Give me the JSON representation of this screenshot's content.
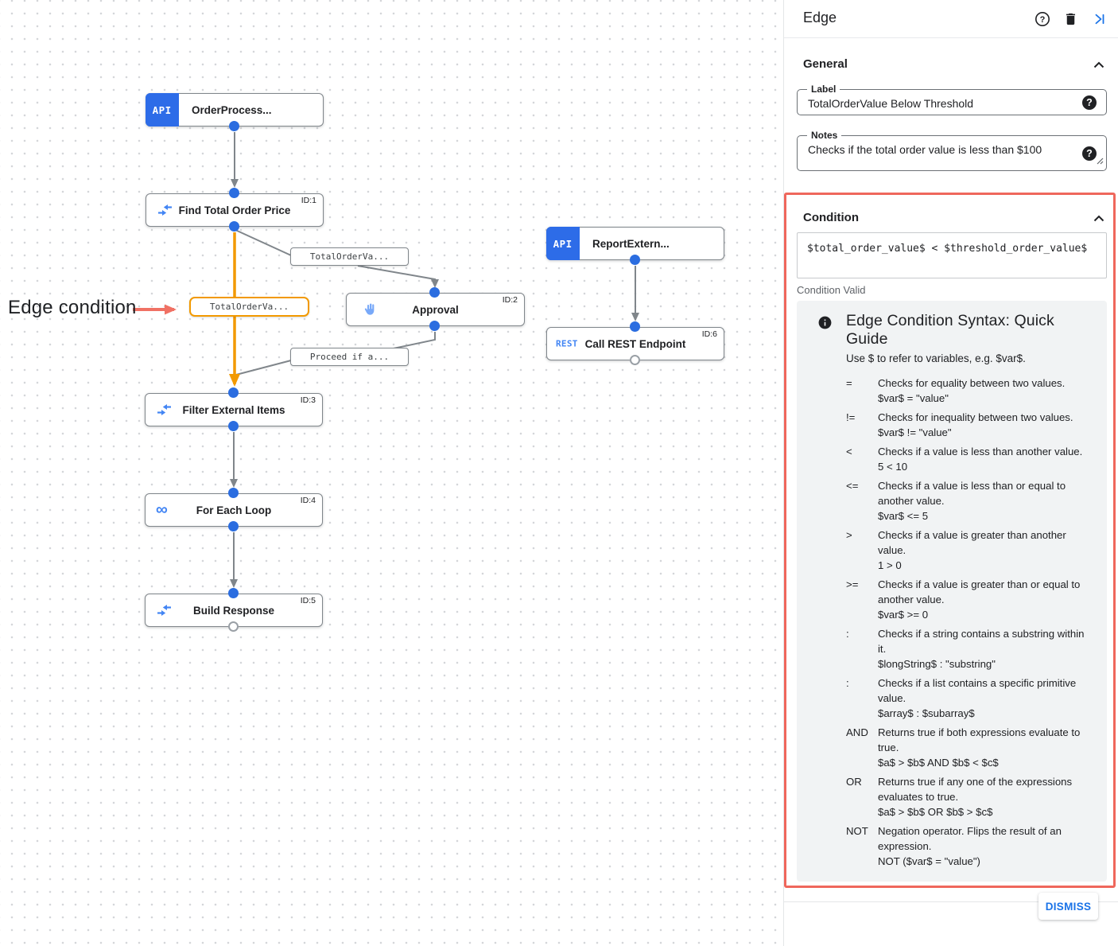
{
  "canvas": {
    "annotation": "Edge condition",
    "nodes": {
      "order_trigger": {
        "badge": "API",
        "title": "OrderProcess..."
      },
      "find_total": {
        "id": "ID:1",
        "title": "Find Total Order Price"
      },
      "approval": {
        "id": "ID:2",
        "title": "Approval"
      },
      "report_trigger": {
        "badge": "API",
        "title": "ReportExtern..."
      },
      "call_rest": {
        "id": "ID:6",
        "badge": "REST",
        "title": "Call REST Endpoint"
      },
      "filter_items": {
        "id": "ID:3",
        "title": "Filter External Items"
      },
      "for_each": {
        "id": "ID:4",
        "title": "For Each Loop"
      },
      "build_response": {
        "id": "ID:5",
        "title": "Build Response"
      }
    },
    "edge_labels": {
      "selected": "TotalOrderVa...",
      "to_approval": "TotalOrderVa...",
      "from_approval": "Proceed if a..."
    }
  },
  "panel": {
    "title": "Edge",
    "general": {
      "heading": "General",
      "label_field": {
        "label": "Label",
        "value": "TotalOrderValue Below Threshold"
      },
      "notes_field": {
        "label": "Notes",
        "value": "Checks if the total order value is less than $100"
      }
    },
    "condition": {
      "heading": "Condition",
      "expression": "$total_order_value$ < $threshold_order_value$",
      "status": "Condition Valid",
      "guide": {
        "title": "Edge Condition Syntax: Quick Guide",
        "intro": "Use $ to refer to variables, e.g. $var$.",
        "items": [
          {
            "op": "=",
            "desc": "Checks for equality between two values.",
            "example": "$var$ = \"value\""
          },
          {
            "op": "!=",
            "desc": "Checks for inequality between two values.",
            "example": "$var$ != \"value\""
          },
          {
            "op": "<",
            "desc": "Checks if a value is less than another value.",
            "example": "5 < 10"
          },
          {
            "op": "<=",
            "desc": "Checks if a value is less than or equal to another value.",
            "example": "$var$ <= 5"
          },
          {
            "op": ">",
            "desc": "Checks if a value is greater than another value.",
            "example": "1 > 0"
          },
          {
            "op": ">=",
            "desc": "Checks if a value is greater than or equal to another value.",
            "example": "$var$ >= 0"
          },
          {
            "op": ":",
            "desc": "Checks if a string contains a substring within it.",
            "example": "$longString$ : \"substring\""
          },
          {
            "op": ":",
            "desc": "Checks if a list contains a specific primitive value.",
            "example": "$array$ : $subarray$"
          },
          {
            "op": "AND",
            "desc": "Returns true if both expressions evaluate to true.",
            "example": "$a$ > $b$ AND $b$ < $c$"
          },
          {
            "op": "OR",
            "desc": "Returns true if any one of the expressions evaluates to true.",
            "example": "$a$ > $b$ OR $b$ > $c$"
          },
          {
            "op": "NOT",
            "desc": "Negation operator. Flips the result of an expression.",
            "example": "NOT ($var$ = \"value\")"
          }
        ]
      }
    },
    "dismiss": "DISMISS"
  },
  "colors": {
    "accent_blue": "#1a73e8",
    "icon_blue": "#4285f4",
    "api_badge_blue": "#2d6ce8",
    "edge_orange": "#f29900",
    "edge_gray": "#80868b",
    "highlight_red": "#ef675c",
    "guide_bg": "#f1f3f4"
  }
}
